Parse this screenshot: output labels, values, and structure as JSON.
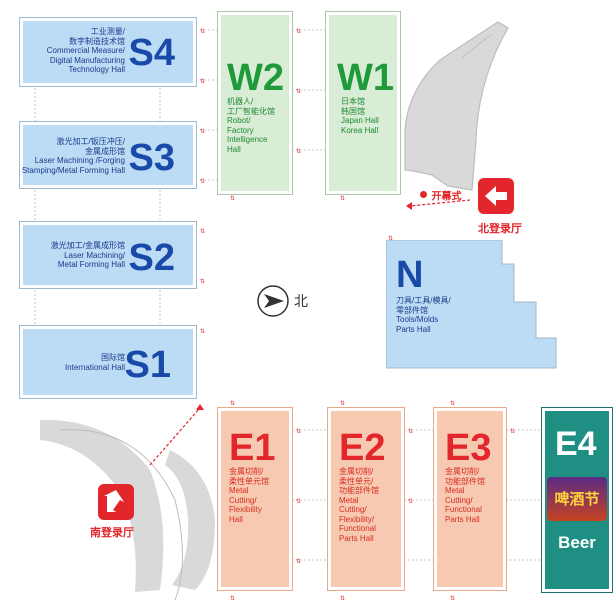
{
  "halls": {
    "s4": {
      "code": "S4",
      "lines": [
        "工业测量/",
        "数字制造技术馆",
        "Commercial Measure/",
        "Digital Manufacturing",
        "Technology Hall"
      ]
    },
    "s3": {
      "code": "S3",
      "lines": [
        "激光加工/钣压冲压/",
        "金属成形馆",
        "Laser Machining /Forging",
        "Stamping/Metal Forming Hall"
      ]
    },
    "s2": {
      "code": "S2",
      "lines": [
        "激光加工/金属成形馆",
        "Laser Machining/",
        "Metal Forming Hall"
      ]
    },
    "s1": {
      "code": "S1",
      "lines": [
        "国际馆",
        "International Hall"
      ]
    },
    "w2": {
      "code": "W2",
      "lines": [
        "机器人/",
        "工厂智能化馆",
        "Robot/",
        "Factory",
        "Intelligence",
        "Hall"
      ]
    },
    "w1": {
      "code": "W1",
      "lines": [
        "日本馆",
        "韩国馆",
        "Japan Hall",
        "Korea Hall"
      ]
    },
    "n": {
      "code": "N",
      "lines": [
        "刀具/工具/模具/",
        "零部件馆",
        "Tools/Molds",
        "Parts Hall"
      ]
    },
    "e1": {
      "code": "E1",
      "lines": [
        "金属切削/",
        "柔性单元馆",
        "Metal",
        "Cutting/",
        "Flexibility",
        "Hall"
      ]
    },
    "e2": {
      "code": "E2",
      "lines": [
        "金属切削/",
        "柔性单元/",
        "功能部件馆",
        "Metal",
        "Cutting/",
        "Flexibility/",
        "Functional",
        "Parts Hall"
      ]
    },
    "e3": {
      "code": "E3",
      "lines": [
        "金属切削/",
        "功能部件馆",
        "Metal",
        "Cutting/",
        "Functional",
        "Parts Hall"
      ]
    },
    "e4": {
      "code": "E4",
      "sub": "Beer",
      "sign": "啤酒节"
    }
  },
  "labels": {
    "north_lobby": "北登录厅",
    "south_lobby": "南登录厅",
    "opening": "开幕式",
    "compass": "北"
  },
  "colors": {
    "south_halls": "#bcdcf6",
    "west_halls": "#d9ecd6",
    "east_halls": "#f6c9b0",
    "e4_hall": "#1f8f84",
    "accent_red": "#e3262c"
  }
}
